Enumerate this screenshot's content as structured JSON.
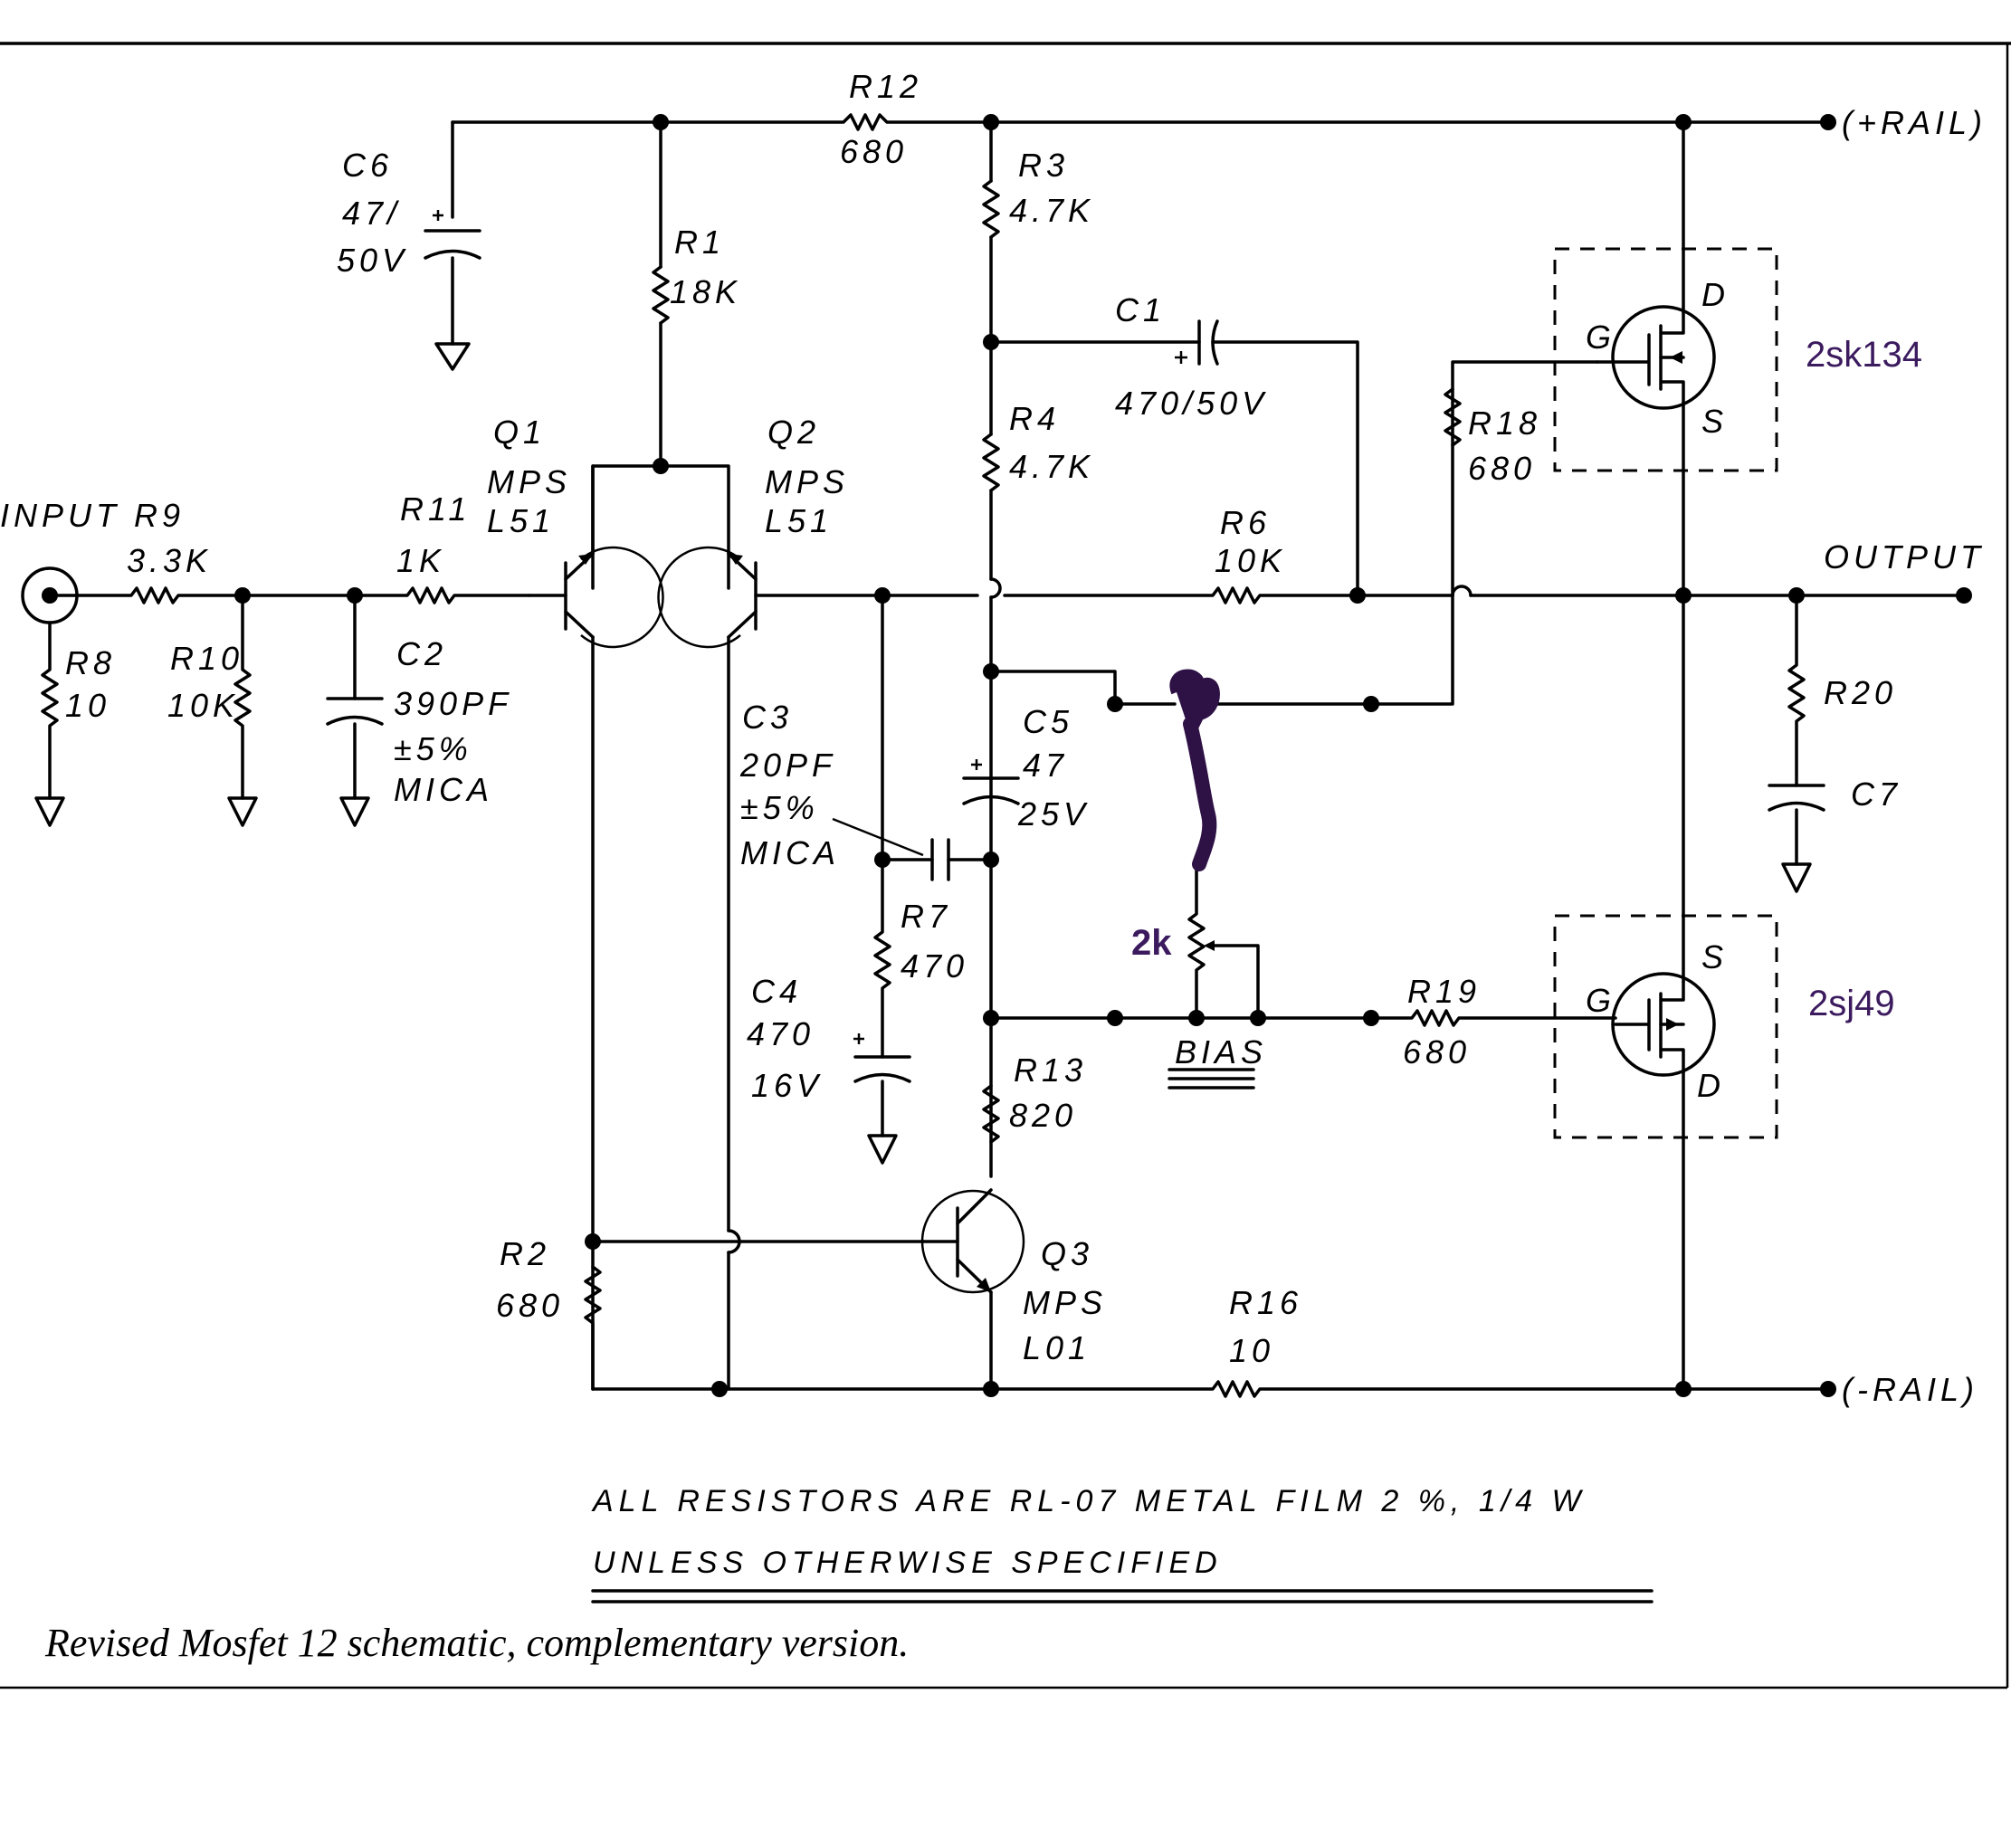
{
  "labels": {
    "r12_name": "R12",
    "r12_val": "680",
    "r3_name": "R3",
    "r3_val": "4.7K",
    "c6_name": "C6",
    "c6_val": "47/",
    "c6_volt": "50V",
    "r1_name": "R1",
    "r1_val": "18K",
    "c1_name": "C1",
    "c1_val": "470/50V",
    "r4_name": "R4",
    "r4_val": "4.7K",
    "q1_name": "Q1",
    "q1_type1": "MPS",
    "q1_type2": "L51",
    "q2_name": "Q2",
    "q2_type1": "MPS",
    "q2_type2": "L51",
    "input": "INPUT",
    "r9_name": "R9",
    "r9_val": "3.3K",
    "r11_name": "R11",
    "r11_val": "1K",
    "r6_name": "R6",
    "r6_val": "10K",
    "r18_name": "R18",
    "r18_val": "680",
    "output": "OUTPUT",
    "r8_name": "R8",
    "r8_val": "10",
    "r10_name": "R10",
    "r10_val": "10K",
    "c2_name": "C2",
    "c2_val": "390PF",
    "c2_tol": "±5%",
    "c2_type": "MICA",
    "c3_name": "C3",
    "c3_val": "20PF",
    "c3_tol": "±5%",
    "c3_type": "MICA",
    "c5_name": "C5",
    "c5_val": "47",
    "c5_volt": "25V",
    "r20_name": "R20",
    "c7_name": "C7",
    "r7_name": "R7",
    "r7_val": "470",
    "c4_name": "C4",
    "c4_val": "470",
    "c4_volt": "16V",
    "bias": "BIAS",
    "r19_name": "R19",
    "r19_val": "680",
    "r13_name": "R13",
    "r13_val": "820",
    "q3_name": "Q3",
    "q3_type1": "MPS",
    "q3_type2": "L01",
    "r2_name": "R2",
    "r2_val": "680",
    "r16_name": "R16",
    "r16_val": "10",
    "pos_rail": "(+RAIL)",
    "neg_rail": "(-RAIL)",
    "g_top": "G",
    "d_top": "D",
    "s_top": "S",
    "g_bot": "G",
    "s_bot": "S",
    "d_bot": "D"
  },
  "annotations": {
    "top_mosfet": "2sk134",
    "bottom_mosfet": "2sj49",
    "pot_value": "2k",
    "annotation_color": "#3b1a5e"
  },
  "notes": {
    "line1": "ALL RESISTORS ARE RL-07 METAL FILM 2 %, 1/4 W",
    "line2": "UNLESS OTHERWISE SPECIFIED"
  },
  "caption": "Revised Mosfet 12 schematic, complementary version."
}
